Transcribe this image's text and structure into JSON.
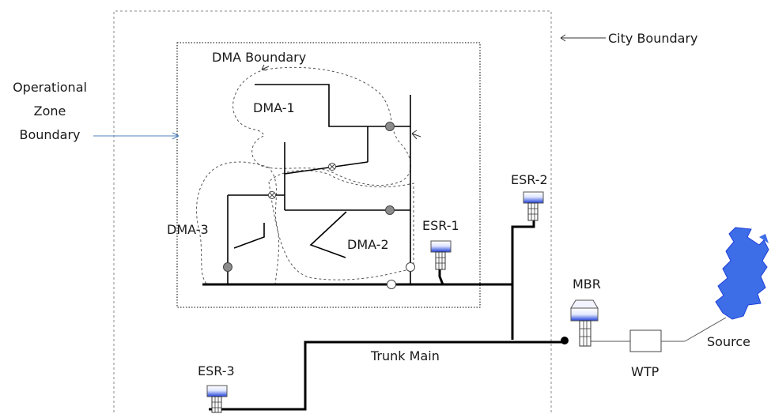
{
  "labels": {
    "city_boundary": "City Boundary",
    "operational_zone": [
      "Operational",
      "Zone",
      "Boundary"
    ],
    "dma_boundary": "DMA Boundary",
    "dma1": "DMA-1",
    "dma2": "DMA-2",
    "dma3": "DMA-3",
    "esr1": "ESR-1",
    "esr2": "ESR-2",
    "esr3": "ESR-3",
    "mbr": "MBR",
    "trunk_main": "Trunk Main",
    "wtp": "WTP",
    "source": "Source"
  },
  "colors": {
    "pipe": "#000000",
    "boundary": "#8a8a8a",
    "arrow_blue": "#4f81bd",
    "tank_blue": "#1f3fd6",
    "valve_gray": "#8c8c8c",
    "source_blue": "#3d6ee8"
  }
}
